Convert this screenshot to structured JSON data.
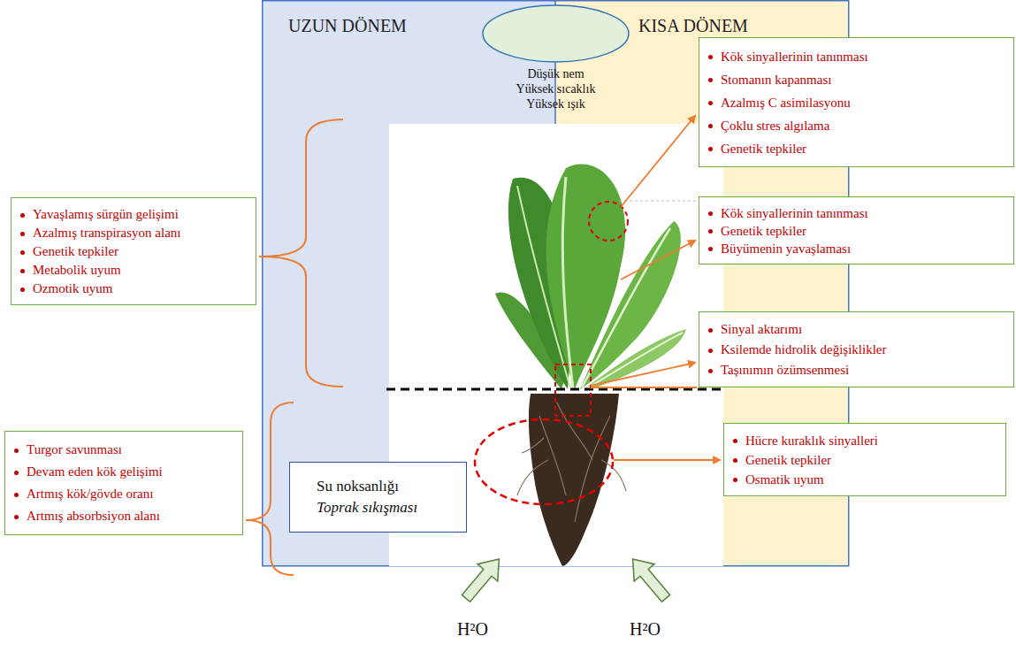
{
  "diagram": {
    "nodes": [
      {
        "text": [
          "UZUN DÖNEM"
        ]
      },
      {
        "text": [
          "KISA DÖNEM"
        ]
      },
      {
        "text": [
          "Düşük nem",
          "Yüksek sıcaklık",
          "Yüksek ışık"
        ]
      },
      {
        "text": [
          "Kök sinyallerinin tanınması",
          "Stomanın kapanması",
          "Azalmış C asimilasyonu",
          "Çoklu stres algılama",
          "Genetik tepkiler"
        ]
      },
      {
        "text": [
          "Kök sinyallerinin tanınması",
          "Genetik tepkiler",
          "Büyümenin yavaşlaması"
        ]
      },
      {
        "text": [
          "Yavaşlamış sürgün gelişimi",
          "Azalmış transpirasyon alanı",
          "Genetik tepkiler",
          "Metabolik uyum",
          "Ozmotik uyum"
        ]
      },
      {
        "text": [
          "Sinyal aktarımı",
          "Ksilemde hidrolik değişiklikler",
          "Taşınımın özümsenmesi"
        ]
      },
      {
        "text": [
          "Hücre kuraklık sinyalleri",
          "Genetik tepkiler",
          "Osmatik uyum"
        ]
      },
      {
        "text": [
          "Turgor savunması",
          "Devam eden kök gelişimi",
          "Artmış kök/gövde oranı",
          "Artmış absorbsiyon alanı"
        ]
      },
      {
        "text": [
          "Su noksanlığı",
          "Toprak sıkışması"
        ],
        "in": 0
      }
    ],
    "labels": [
      "H²O",
      "H²O"
    ]
  }
}
